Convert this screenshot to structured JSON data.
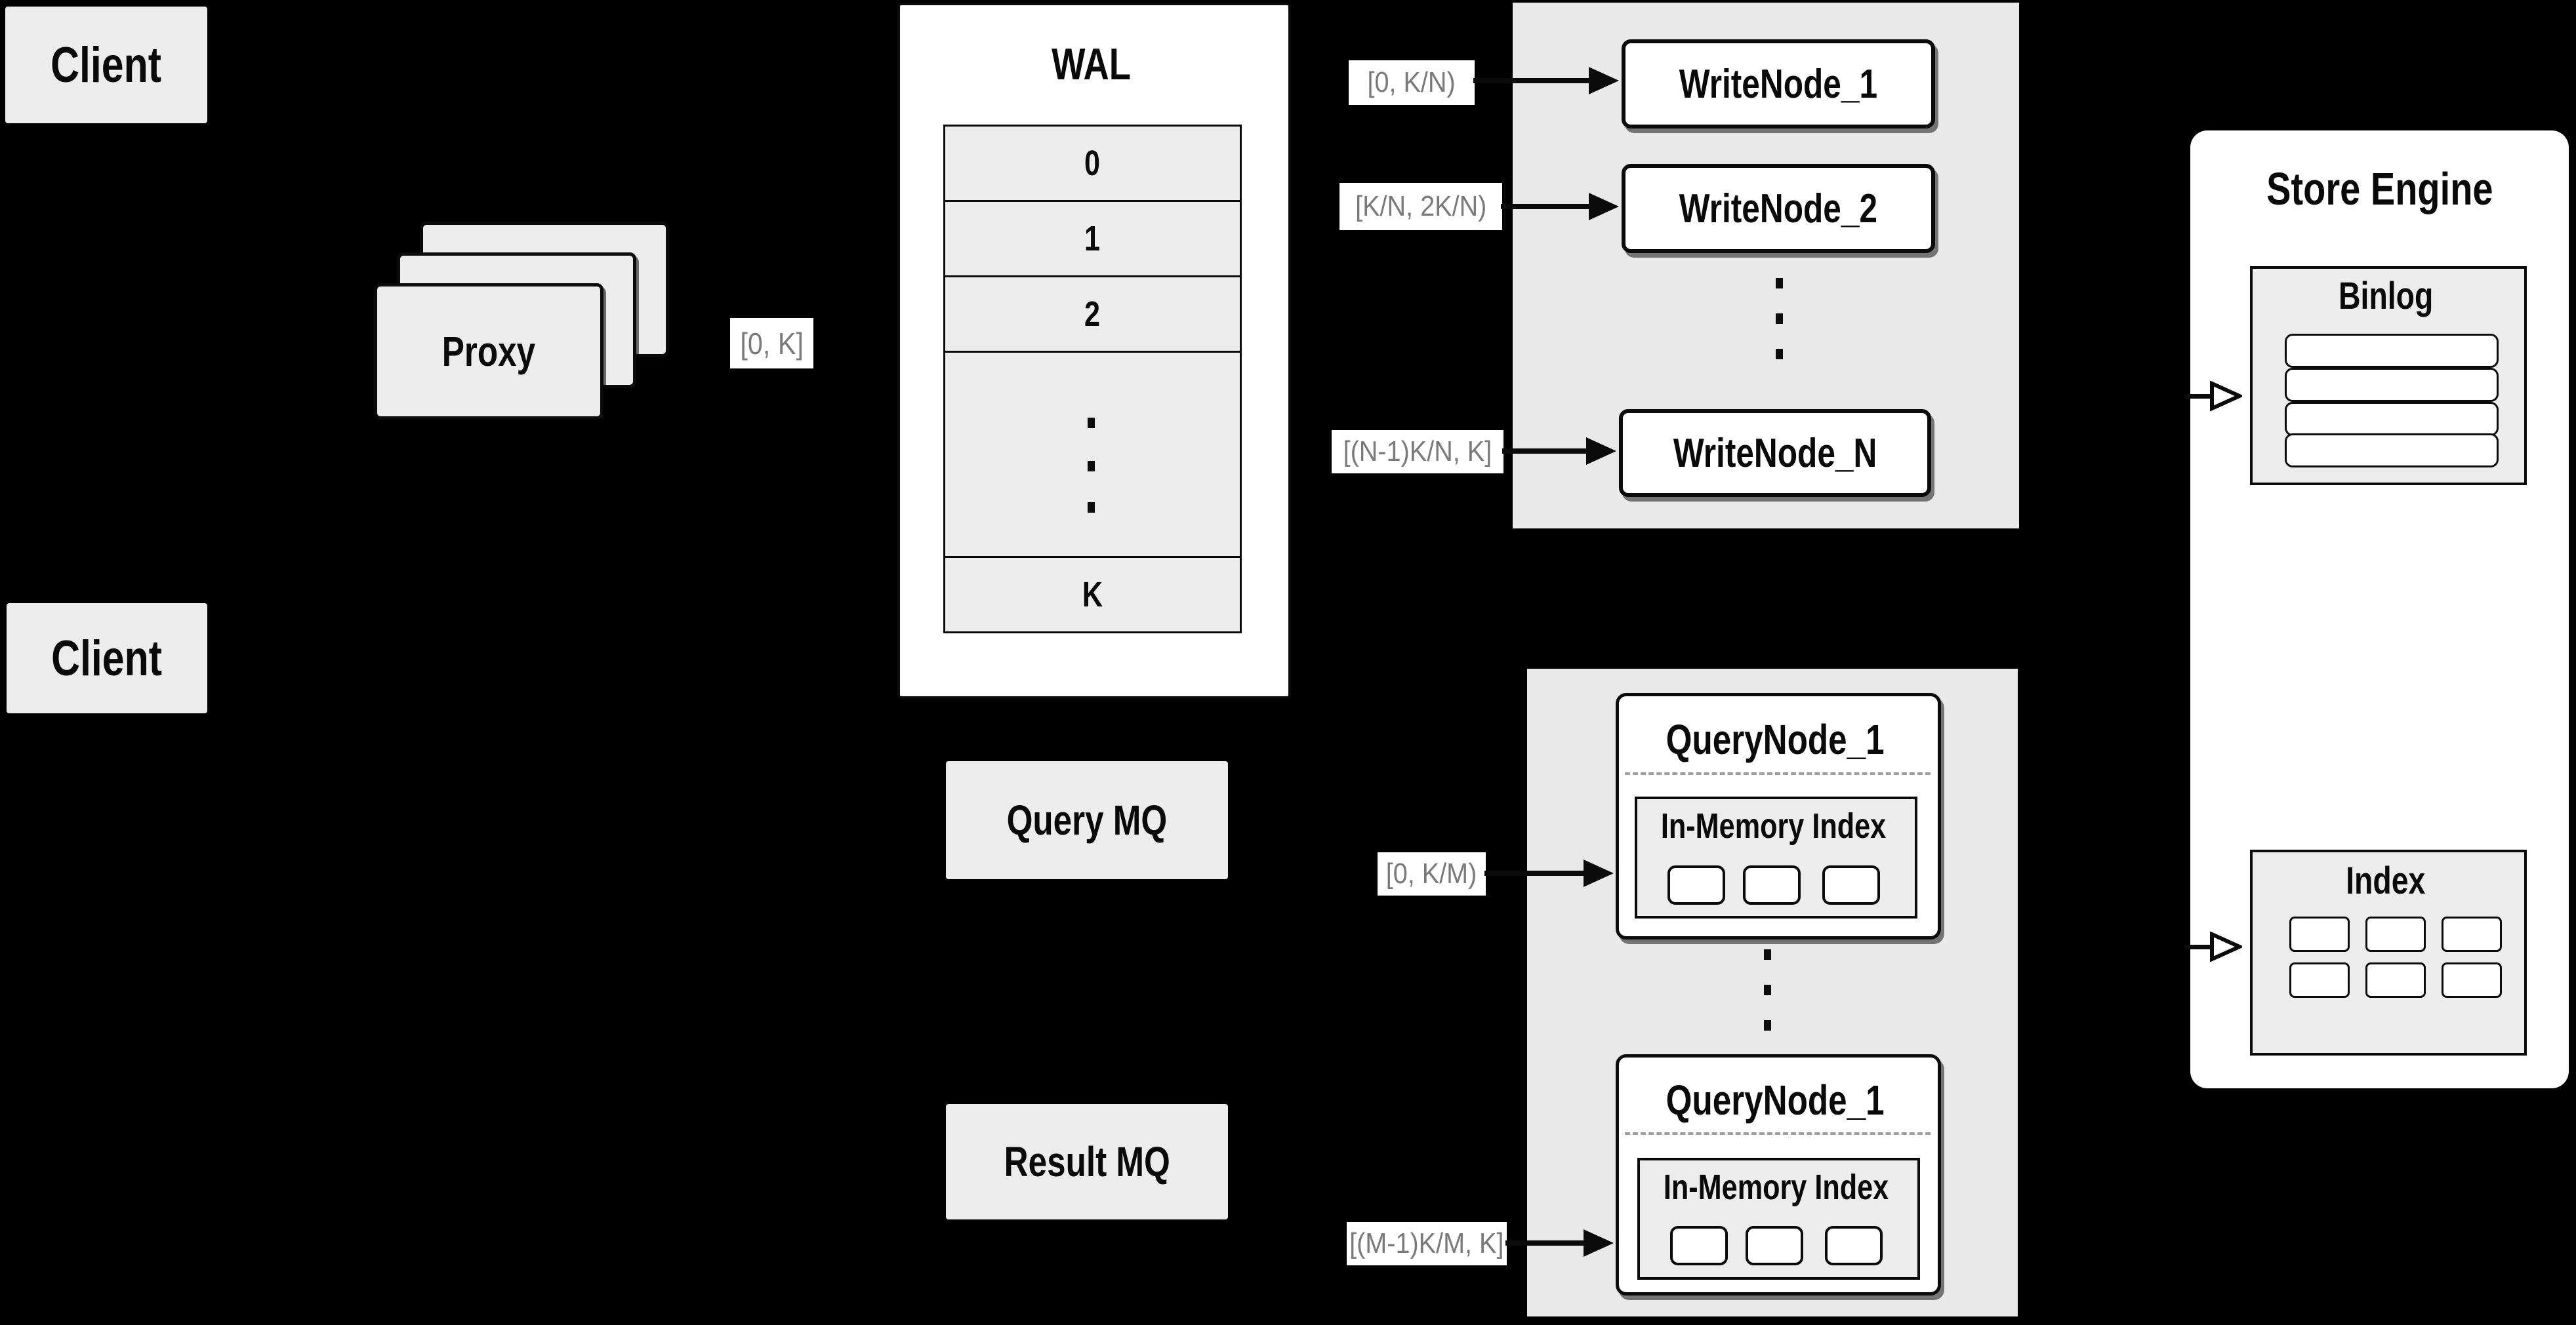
{
  "colors": {
    "background": "#000000",
    "cluster_gray": "#e9e9e9",
    "card_gray": "#ececec",
    "white": "#ffffff",
    "border_black": "#0b0b0b",
    "range_label_text": "#7a7a7a",
    "dash_gray": "#9e9e9e"
  },
  "clients": {
    "top": "Client",
    "bottom": "Client"
  },
  "proxy": {
    "label": "Proxy",
    "range": "[0, K]"
  },
  "wal": {
    "title": "WAL",
    "rows": [
      "0",
      "1",
      "2"
    ],
    "last_row": "K"
  },
  "write": {
    "nodes": [
      {
        "label": "WriteNode_1",
        "range": "[0, K/N)"
      },
      {
        "label": "WriteNode_2",
        "range": "[K/N, 2K/N)"
      },
      {
        "label": "WriteNode_N",
        "range": "[(N-1)K/N, K]"
      }
    ]
  },
  "query": {
    "nodes": [
      {
        "label": "QueryNode_1",
        "inner": "In-Memory Index",
        "range": "[0, K/M)"
      },
      {
        "label": "QueryNode_1",
        "inner": "In-Memory Index",
        "range": "[(M-1)K/M, K]"
      }
    ]
  },
  "mq": {
    "query": "Query MQ",
    "result": "Result MQ"
  },
  "store": {
    "title": "Store Engine",
    "binlog": "Binlog",
    "index": "Index"
  }
}
